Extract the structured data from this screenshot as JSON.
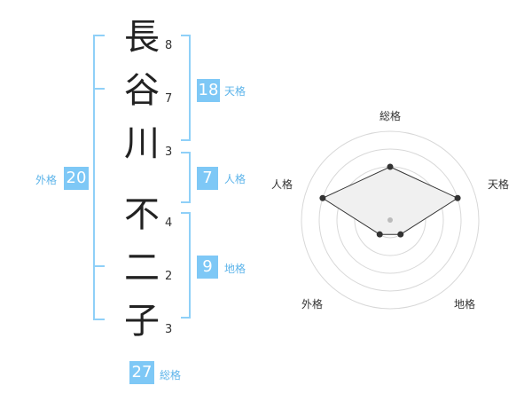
{
  "name": {
    "chars": [
      {
        "char": "長",
        "strokes": "8"
      },
      {
        "char": "谷",
        "strokes": "7"
      },
      {
        "char": "川",
        "strokes": "3"
      },
      {
        "char": "不",
        "strokes": "4"
      },
      {
        "char": "二",
        "strokes": "2"
      },
      {
        "char": "子",
        "strokes": "3"
      }
    ]
  },
  "fortunes": {
    "tenkaku": {
      "label": "天格",
      "value": "18"
    },
    "jinkaku": {
      "label": "人格",
      "value": "7"
    },
    "chikaku": {
      "label": "地格",
      "value": "9"
    },
    "gaikaku": {
      "label": "外格",
      "value": "20"
    },
    "soukaku": {
      "label": "総格",
      "value": "27"
    }
  },
  "radar": {
    "axes": [
      "総格",
      "天格",
      "地格",
      "外格",
      "人格"
    ],
    "levels": 5,
    "values": [
      3,
      4,
      1,
      1,
      4
    ],
    "max": 5
  },
  "colors": {
    "accent": "#7ec8f6",
    "accent_text": "#5db4ea",
    "bracket": "#8fd0f8",
    "grid": "#d8d8d8",
    "poly_fill": "#f0f0f0",
    "poly_stroke": "#333333",
    "center": "#bbbbbb"
  }
}
